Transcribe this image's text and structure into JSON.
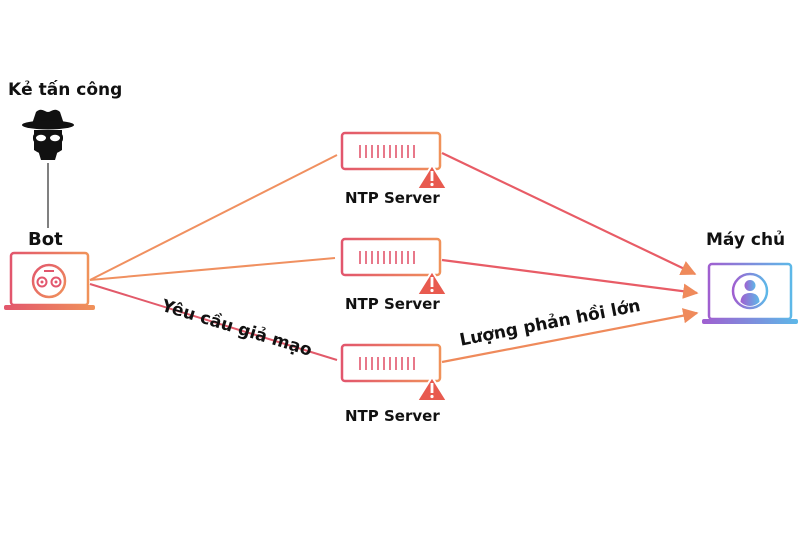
{
  "attacker": {
    "label": "Kẻ tấn công",
    "icon": "hacker-icon"
  },
  "bot": {
    "label": "Bot",
    "icon": "bot-laptop-icon"
  },
  "servers": [
    {
      "label": "NTP Server",
      "icon": "server-warning-icon"
    },
    {
      "label": "NTP Server",
      "icon": "server-warning-icon"
    },
    {
      "label": "NTP Server",
      "icon": "server-warning-icon"
    }
  ],
  "target": {
    "label": "Máy chủ",
    "icon": "user-laptop-icon"
  },
  "edges": {
    "request_label": "Yêu cầu giả mạo",
    "response_label": "Lượng phản hồi lớn"
  },
  "colors": {
    "gradient_start": "#f0925a",
    "gradient_end": "#e2566d",
    "target_start": "#a05fd0",
    "target_end": "#5db8e8",
    "warning": "#e85a4f"
  }
}
